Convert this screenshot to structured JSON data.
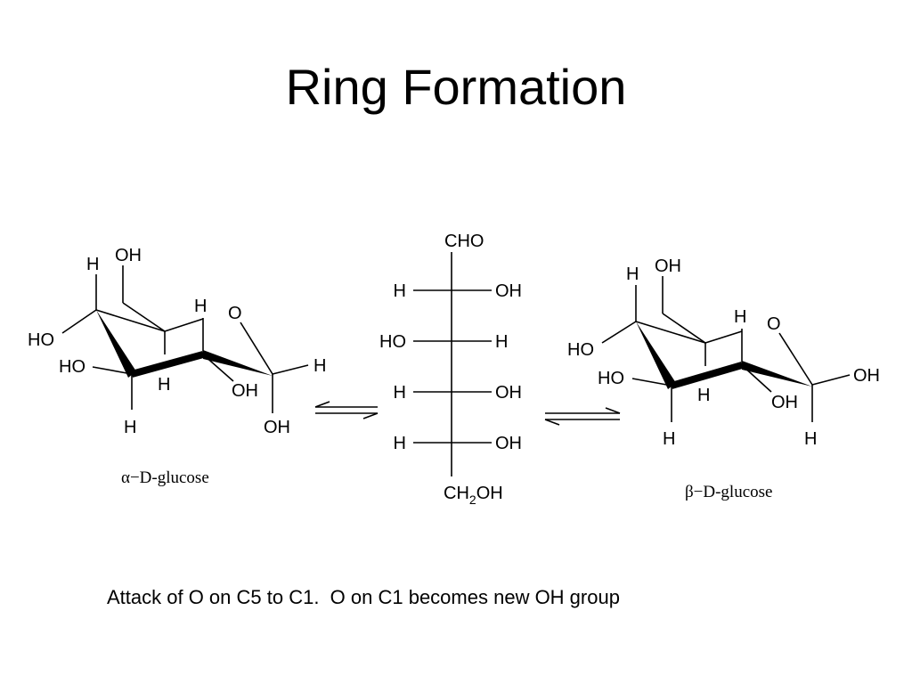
{
  "slide": {
    "title": "Ring Formation",
    "caption": "Attack of O on C5 to C1.  O on C1 becomes new OH group"
  },
  "alpha": {
    "name": "α−D-glucose",
    "labels": {
      "c6_oh": "OH",
      "c4_h_top": "H",
      "c4_ho": "HO",
      "c3_ho": "HO",
      "c3_h": "H",
      "c5_h": "H",
      "ring_o": "O",
      "c2_h": "H",
      "c2_oh": "OH",
      "c1_h": "H",
      "c1_oh": "OH"
    }
  },
  "open_chain": {
    "top": "CHO",
    "rows": [
      {
        "left": "H",
        "right": "OH"
      },
      {
        "left": "HO",
        "right": "H"
      },
      {
        "left": "H",
        "right": "OH"
      },
      {
        "left": "H",
        "right": "OH"
      }
    ],
    "bottom_prefix": "CH",
    "bottom_sub": "2",
    "bottom_suffix": "OH"
  },
  "beta": {
    "name": "β−D-glucose",
    "labels": {
      "c6_oh": "OH",
      "c4_h_top": "H",
      "c4_ho": "HO",
      "c3_ho": "HO",
      "c3_h": "H",
      "c5_h": "H",
      "ring_o": "O",
      "c2_h": "H",
      "c2_oh": "OH",
      "c1_oh": "OH",
      "c1_h": "H"
    }
  }
}
